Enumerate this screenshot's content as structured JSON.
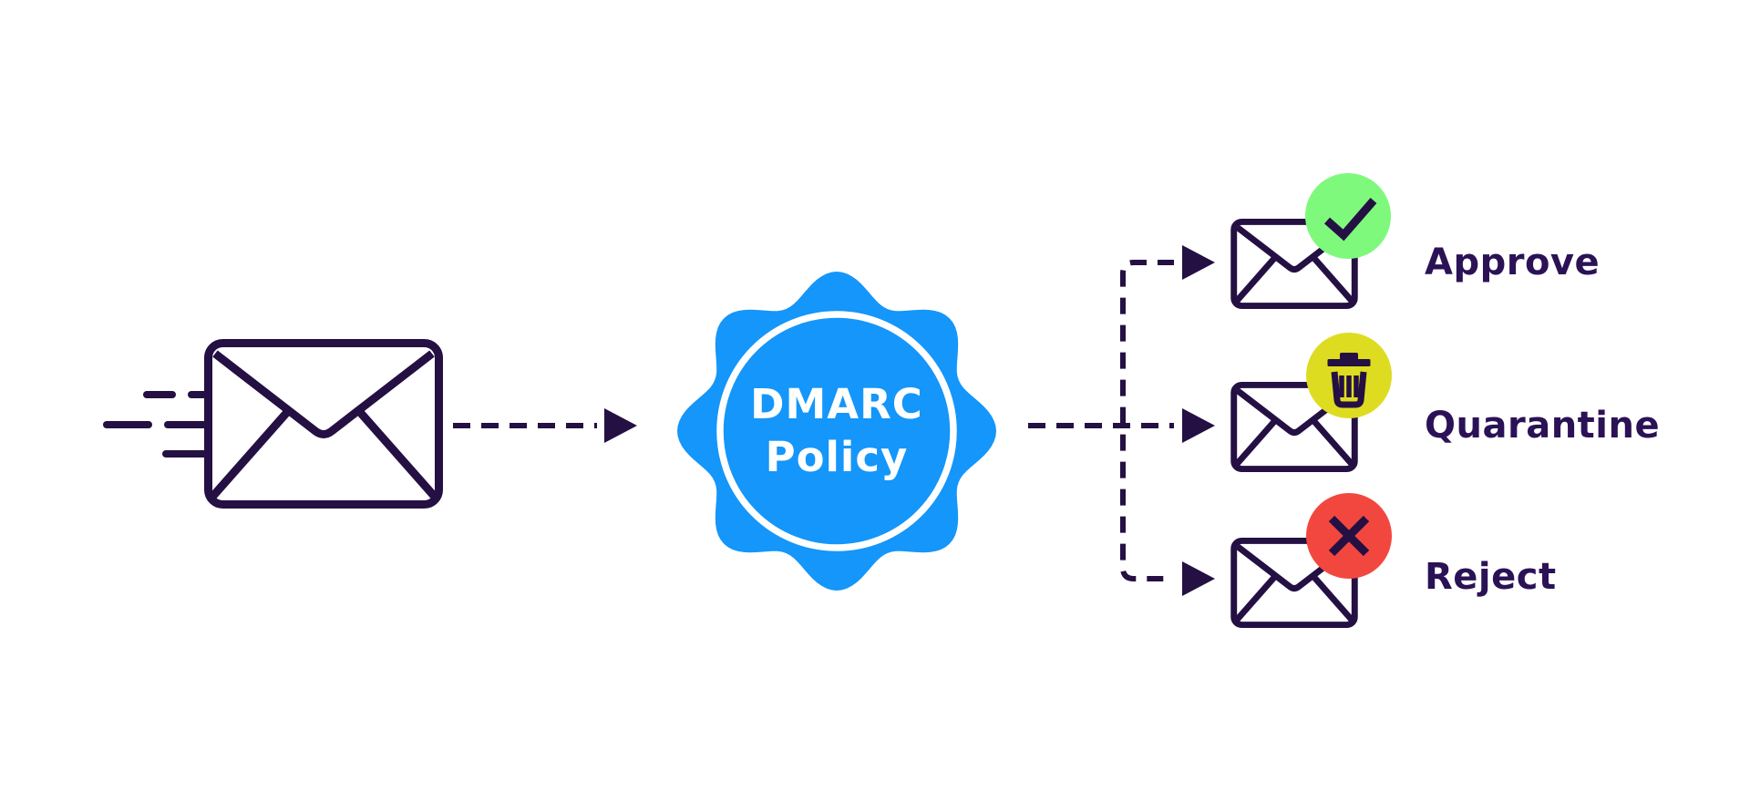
{
  "badge": {
    "line1": "DMARC",
    "line2": "Policy",
    "fill": "#1496FA",
    "ring": "#FFFFFF",
    "text_color": "#FFFFFF"
  },
  "palette": {
    "background": "#FFFFFF",
    "stroke": "#241043",
    "label_text": "#2B1256"
  },
  "outcomes": [
    {
      "label": "Approve",
      "icon": "check-icon",
      "color": "#7EF97C",
      "glyph_color": "#241043"
    },
    {
      "label": "Quarantine",
      "icon": "trash-icon",
      "color": "#DEDC20",
      "glyph_color": "#241043"
    },
    {
      "label": "Reject",
      "icon": "x-icon",
      "color": "#F2473F",
      "glyph_color": "#241043"
    }
  ]
}
